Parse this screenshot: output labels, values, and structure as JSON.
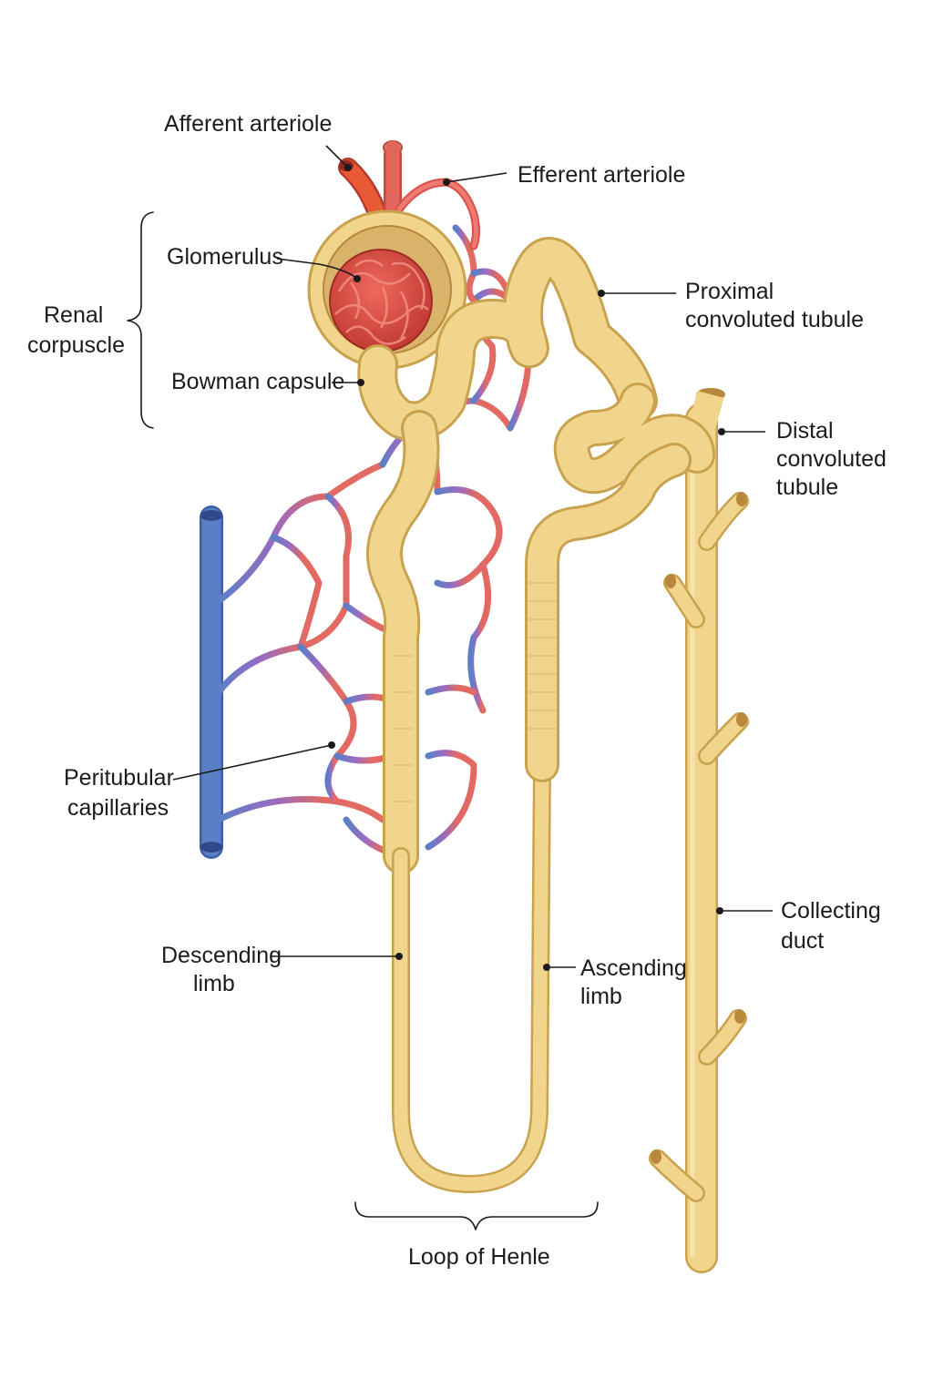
{
  "labels": {
    "afferent_arteriole": "Afferent arteriole",
    "efferent_arteriole": "Efferent arteriole",
    "glomerulus": "Glomerulus",
    "renal_corpuscle": [
      "Renal",
      "corpuscle"
    ],
    "bowman_capsule": "Bowman capsule",
    "proximal_convoluted_tubule": [
      "Proximal",
      "convoluted tubule"
    ],
    "distal_convoluted_tubule": [
      "Distal",
      "convoluted",
      "tubule"
    ],
    "peritubular_capillaries": [
      "Peritubular",
      "capillaries"
    ],
    "descending_limb": [
      "Descending",
      "limb"
    ],
    "ascending_limb": [
      "Ascending",
      "limb"
    ],
    "collecting_duct": [
      "Collecting",
      "duct"
    ],
    "loop_of_henle": "Loop of Henle"
  },
  "colors": {
    "tubule_fill": "#f2d58c",
    "tubule_outline": "#c9a24e",
    "arteriole_red": "#e0544a",
    "capillary_red": "#e26a62",
    "capillary_purple": "#9a6bc0",
    "vein_blue": "#5b7fc7",
    "glomerulus_red": "#d8483f",
    "capsule_interior": "#d9b36a"
  }
}
